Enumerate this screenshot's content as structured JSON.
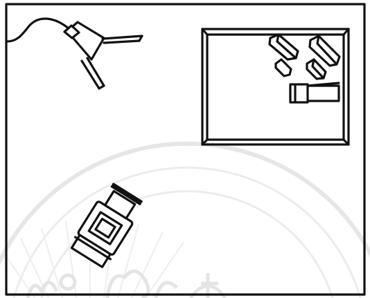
{
  "drawing": {
    "style": "hand-drawn ink sketch",
    "ink_color": "#111111",
    "paper_color": "#ffffff",
    "watermark_color": "#e6e6e6"
  },
  "objects": [
    {
      "name": "desk-lamp",
      "icon": "lamp-icon"
    },
    {
      "name": "specimen-box",
      "icon": "box-icon"
    },
    {
      "name": "bottle",
      "icon": "bottle-icon"
    },
    {
      "name": "camera",
      "icon": "camera-icon"
    }
  ],
  "watermark": {
    "type": "university seal",
    "icon": "seal-icon"
  }
}
